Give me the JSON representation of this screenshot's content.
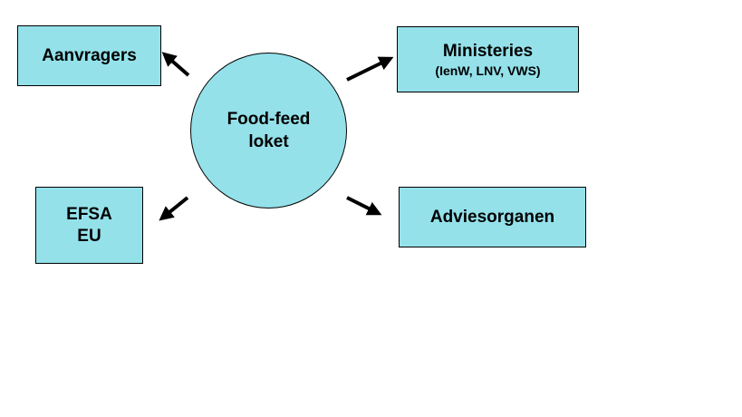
{
  "diagram": {
    "center": {
      "line1": "Food-feed",
      "line2": "loket"
    },
    "nodes": {
      "aanvragers": {
        "label": "Aanvragers"
      },
      "ministeries": {
        "label": "Ministeries",
        "sublabel": "(IenW, LNV, VWS)"
      },
      "efsa": {
        "line1": "EFSA",
        "line2": "EU"
      },
      "adviesorganen": {
        "label": "Adviesorganen"
      }
    },
    "colors": {
      "fill": "#94e1ea",
      "stroke": "#000000",
      "arrow": "#000000"
    }
  }
}
